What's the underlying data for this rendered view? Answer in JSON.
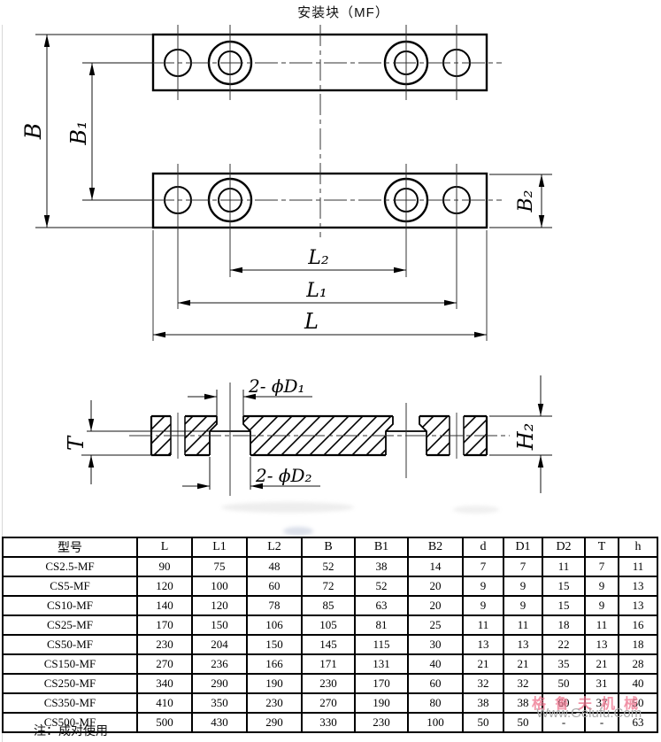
{
  "title": "安装块（MF）",
  "note": "注：成对使用",
  "watermark": {
    "brand": "格鲁夫机械",
    "url": "Www.Gelufu.Com",
    "brand_color": "#ee7891",
    "url_color": "#a9a9a9"
  },
  "drawing": {
    "labels": {
      "B": "B",
      "B1": "B₁",
      "B2": "B₂",
      "L": "L",
      "L1": "L₁",
      "L2": "L₂",
      "T": "T",
      "H2": "H₂",
      "D1": "2- ϕD₁",
      "D2": "2- ϕD₂"
    }
  },
  "table": {
    "headers": [
      "型号",
      "L",
      "L1",
      "L2",
      "B",
      "B1",
      "B2",
      "d",
      "D1",
      "D2",
      "T",
      "h"
    ],
    "rows": [
      [
        "CS2.5-MF",
        "90",
        "75",
        "48",
        "52",
        "38",
        "14",
        "7",
        "7",
        "11",
        "7",
        "11"
      ],
      [
        "CS5-MF",
        "120",
        "100",
        "60",
        "72",
        "52",
        "20",
        "9",
        "9",
        "15",
        "9",
        "13"
      ],
      [
        "CS10-MF",
        "140",
        "120",
        "78",
        "85",
        "63",
        "20",
        "9",
        "9",
        "15",
        "9",
        "13"
      ],
      [
        "CS25-MF",
        "170",
        "150",
        "106",
        "105",
        "81",
        "25",
        "11",
        "11",
        "18",
        "11",
        "16"
      ],
      [
        "CS50-MF",
        "230",
        "204",
        "150",
        "145",
        "115",
        "30",
        "13",
        "13",
        "22",
        "13",
        "18"
      ],
      [
        "CS150-MF",
        "270",
        "236",
        "166",
        "171",
        "131",
        "40",
        "21",
        "21",
        "35",
        "21",
        "28"
      ],
      [
        "CS250-MF",
        "340",
        "290",
        "190",
        "230",
        "170",
        "60",
        "32",
        "32",
        "50",
        "31",
        "40"
      ],
      [
        "CS350-MF",
        "410",
        "350",
        "230",
        "270",
        "190",
        "80",
        "38",
        "38",
        "60",
        "37",
        "50"
      ],
      [
        "CS500-MF",
        "500",
        "430",
        "290",
        "330",
        "230",
        "100",
        "50",
        "50",
        "-",
        "-",
        "63"
      ]
    ]
  }
}
